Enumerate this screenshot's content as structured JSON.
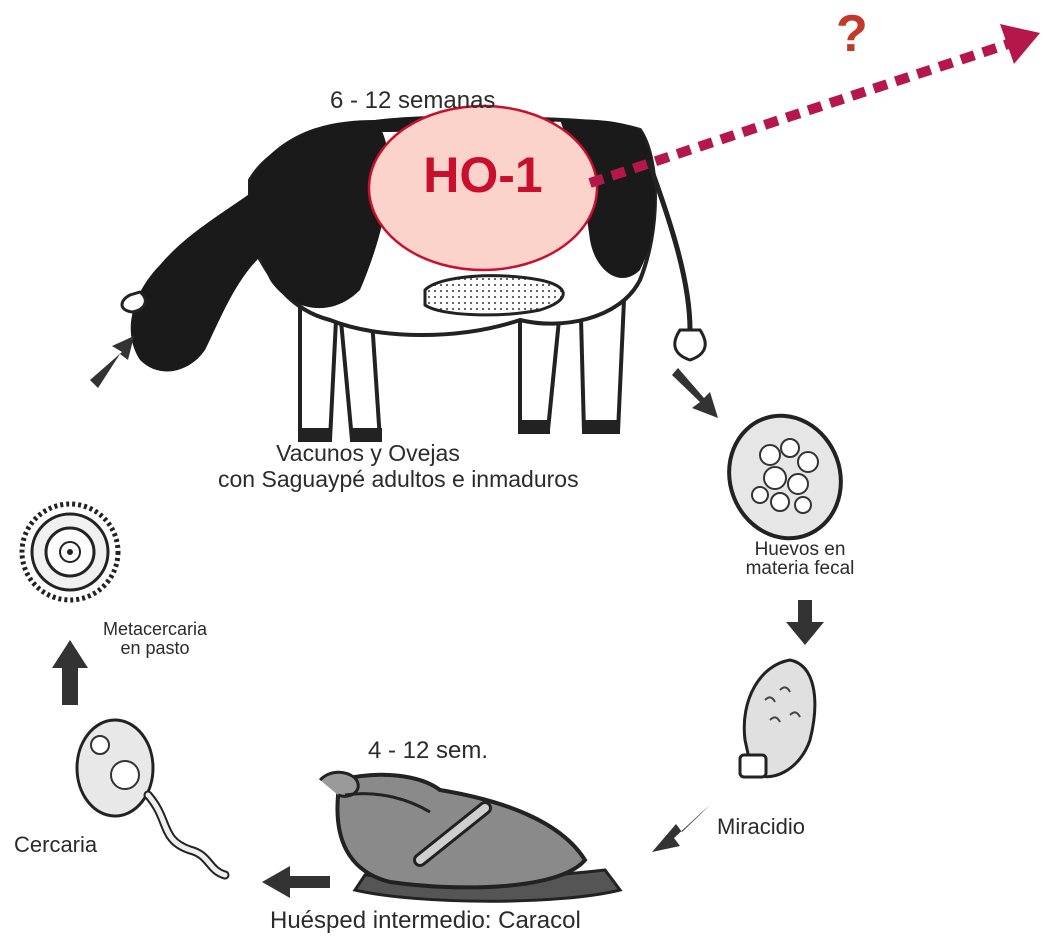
{
  "labels": {
    "weeks_host": "6 - 12 semanas",
    "host_line1": "Vacunos y Ovejas",
    "host_line2": "con Saguaypé adultos e inmaduros",
    "eggs_line1": "Huevos en",
    "eggs_line2": "materia fecal",
    "miracidium": "Miracidio",
    "weeks_snail": "4 - 12 sem.",
    "snail_host": "Huésped intermedio: Caracol",
    "cercaria": "Cercaria",
    "metacercaria_line1": "Metacercaria",
    "metacercaria_line2": "en pasto"
  },
  "overlay": {
    "ho1_label": "HO-1",
    "question_mark": "?",
    "ho1_fill": "#fbd3cb",
    "ho1_stroke": "#c8102e",
    "ho1_text_color": "#c8102e",
    "arrow_color": "#b5174a",
    "question_color": "#c0392b"
  }
}
